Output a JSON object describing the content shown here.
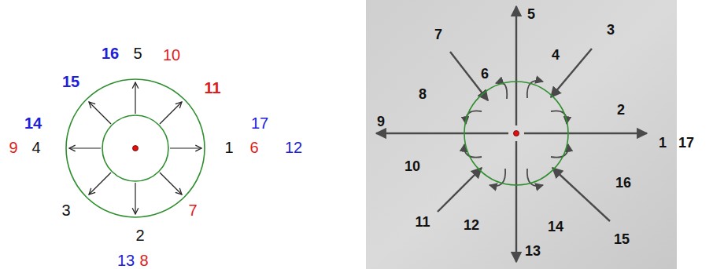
{
  "diagram": {
    "labels": [
      "16",
      "5",
      "10",
      "15",
      "11",
      "14",
      "17",
      "9",
      "4",
      "1",
      "6",
      "12",
      "3",
      "7",
      "2",
      "13",
      "8",
      "5",
      "7",
      "3",
      "4",
      "6",
      "8",
      "2",
      "9",
      "1",
      "17",
      "10",
      "16",
      "11",
      "12",
      "14",
      "15",
      "13"
    ]
  }
}
